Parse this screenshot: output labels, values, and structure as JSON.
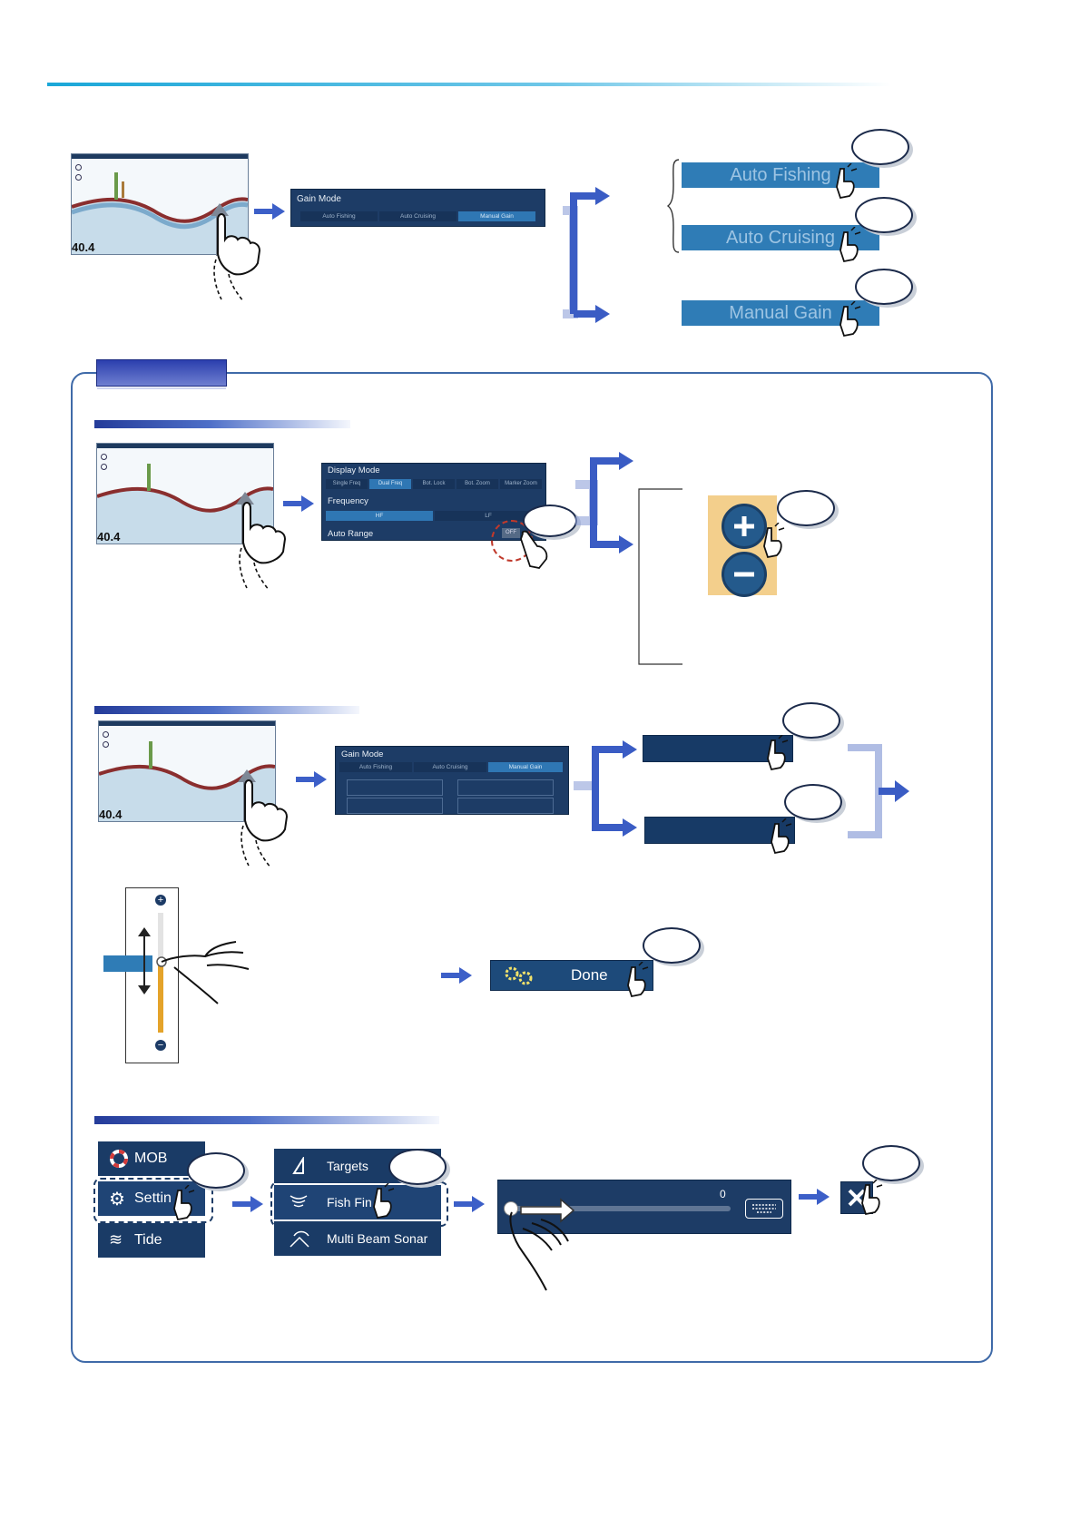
{
  "fishfinder": {
    "depth": "40.4"
  },
  "gain_mode_panel": {
    "title": "Gain Mode",
    "options": [
      "Auto Fishing",
      "Auto Cruising",
      "Manual Gain"
    ],
    "selected_index": 2
  },
  "gain_options": {
    "auto_fishing": "Auto Fishing",
    "auto_cruising": "Auto Cruising",
    "manual_gain": "Manual Gain"
  },
  "display_mode_panel": {
    "title": "Display Mode",
    "modes": [
      "Single Freq",
      "Dual Freq",
      "Bot. Lock",
      "Bot. Zoom",
      "Marker Zoom"
    ],
    "selected_mode_index": 1,
    "frequency_label": "Frequency",
    "frequencies": [
      "HF",
      "LF"
    ],
    "selected_frequency_index": 0,
    "auto_range_label": "Auto Range",
    "auto_range_value": "OFF"
  },
  "done_button": {
    "label": "Done"
  },
  "side_menu": {
    "items": [
      "MOB",
      "Settin",
      "Tide"
    ]
  },
  "settings_menu": {
    "items": [
      "Targets",
      "Fish Fin",
      "Multi Beam Sonar"
    ]
  },
  "slider_panel": {
    "value": "0"
  },
  "colors": {
    "accent_blue": "#2f7cb6",
    "panel_dark": "#1d3c66",
    "frame_blue": "#3f6aa8",
    "zoom_bg": "#f3cf8c"
  }
}
